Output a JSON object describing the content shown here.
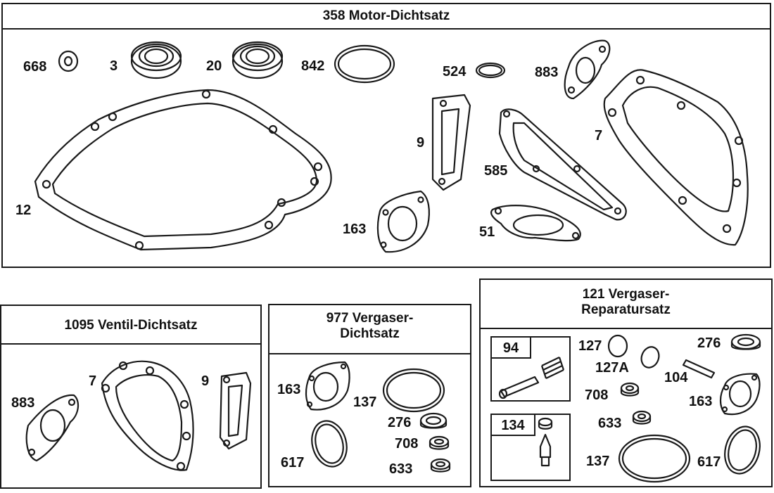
{
  "panels": {
    "motor": {
      "title": "358 Motor-Dichtsatz"
    },
    "ventil": {
      "title": "1095  Ventil-Dichtsatz"
    },
    "vergaser_dicht": {
      "title_line1": "977   Vergaser-",
      "title_line2": "Dichtsatz"
    },
    "vergaser_rep": {
      "title_line1": "121     Vergaser-",
      "title_line2": "Reparatursatz",
      "sub94": "94",
      "sub134": "134"
    }
  },
  "labels": {
    "motor": [
      "668",
      "3",
      "20",
      "842",
      "524",
      "883",
      "9",
      "7",
      "585",
      "12",
      "163",
      "51"
    ],
    "ventil": [
      "883",
      "7",
      "9"
    ],
    "vergaser_dicht": [
      "163",
      "137",
      "276",
      "708",
      "617",
      "633"
    ],
    "vergaser_rep": [
      "127",
      "276",
      "127A",
      "104",
      "708",
      "163",
      "633",
      "137",
      "617"
    ]
  }
}
